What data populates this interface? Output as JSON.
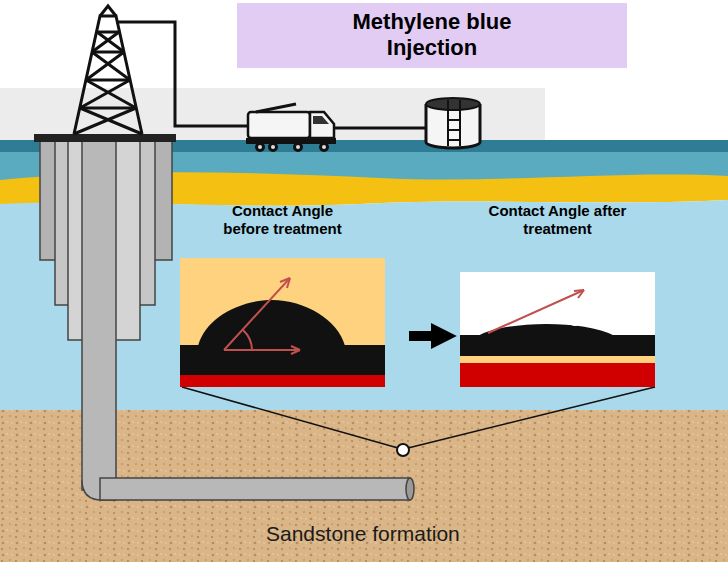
{
  "diagram": {
    "nodes": [
      {
        "text": [
          "Methylene blue Injection"
        ]
      },
      {
        "text": [
          "Contact Angle before treatment"
        ]
      },
      {
        "text": [
          "Contact Angle after treatment"
        ]
      }
    ],
    "edges": [
      {
        "from": 1,
        "to": 2,
        "arrow": "to"
      }
    ],
    "labels": [
      "Sandstone formation"
    ]
  }
}
